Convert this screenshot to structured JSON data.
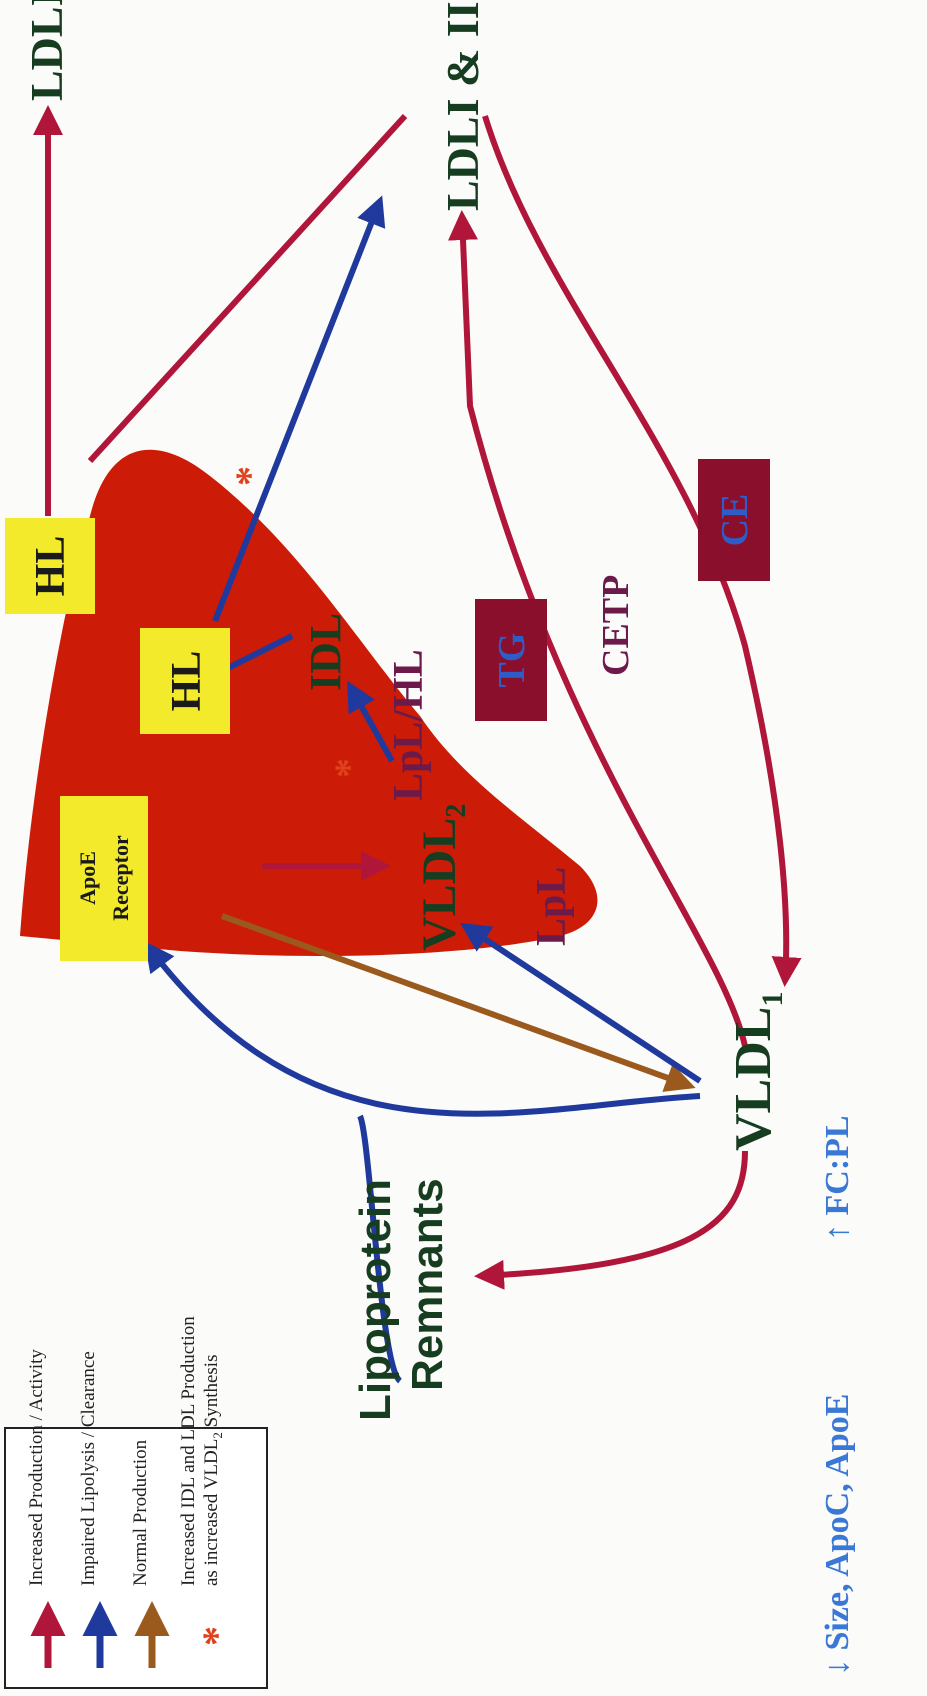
{
  "labels": {
    "ldl3": "LDLIII",
    "ldl12": "LDLI & II",
    "idl": "IDL",
    "vldl2_main": "VLDL",
    "vldl2_sub": "2",
    "vldl1_main": "VLDL",
    "vldl1_sub": "1",
    "lpl_hl": "LpL/HL",
    "lpl": "LpL",
    "cetp": "CETP",
    "remnants_line1": "Lipoprotein",
    "remnants_line2": "Remnants",
    "bottom_left": "↓ Size, ApoC, ApoE",
    "bottom_right": "↑ FC:PL",
    "asterisk": "*"
  },
  "boxes": {
    "hl_top": "HL",
    "hl_mid": "HL",
    "apoe_line1": "ApoE",
    "apoe_line2": "Receptor",
    "tg": "TG",
    "ce": "CE"
  },
  "legend": {
    "item1": "Increased Production / Activity",
    "item2": "Impaired Lipolysis / Clearance",
    "item3": "Normal Production",
    "item4_line1": "Increased IDL and LDL Production",
    "item4_line2": "as increased VLDL",
    "item4_sub": "2",
    "item4_tail": " Synthesis"
  },
  "colors": {
    "red": "#b0153a",
    "blue": "#1f3a9c",
    "brown": "#9a5a1e",
    "liver": "#cc1c08",
    "yellow_box": "#f2ea2a",
    "maroon_box": "#8a0f2c",
    "label_green": "#173d21",
    "label_purple": "#6b1a4a",
    "label_blue": "#3a78d6",
    "asterisk": "#e0401a"
  }
}
